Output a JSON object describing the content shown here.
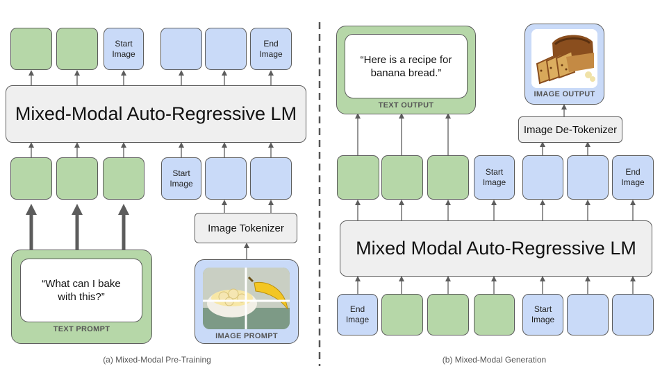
{
  "left": {
    "lm_label": "Mixed-Modal Auto-Regressive LM",
    "top_tokens": [
      "",
      "",
      "Start\nImage",
      "",
      "",
      "End\nImage"
    ],
    "bottom_tokens": [
      "",
      "",
      "",
      "Start\nImage",
      "",
      ""
    ],
    "tokenizer_label": "Image Tokenizer",
    "text_prompt": "“What can I bake\nwith this?”",
    "text_prompt_label": "TEXT PROMPT",
    "image_prompt_label": "IMAGE PROMPT",
    "caption": "(a) Mixed-Modal Pre-Training"
  },
  "right": {
    "lm_label": "Mixed Modal Auto-Regressive LM",
    "text_output": "“Here is a recipe for\nbanana bread.”",
    "text_output_label": "TEXT OUTPUT",
    "image_output_label": "IMAGE OUTPUT",
    "detokenizer_label": "Image De-Tokenizer",
    "mid_tokens": [
      "",
      "",
      "",
      "Start\nImage",
      "",
      "",
      "End\nImage"
    ],
    "bottom_tokens": [
      "End\nImage",
      "",
      "",
      "",
      "Start\nImage",
      "",
      ""
    ],
    "caption": "(b) Mixed-Modal Generation"
  },
  "colors": {
    "text_token": "#b6d7a8",
    "image_token": "#c9daf8",
    "lm": "#efefef"
  }
}
